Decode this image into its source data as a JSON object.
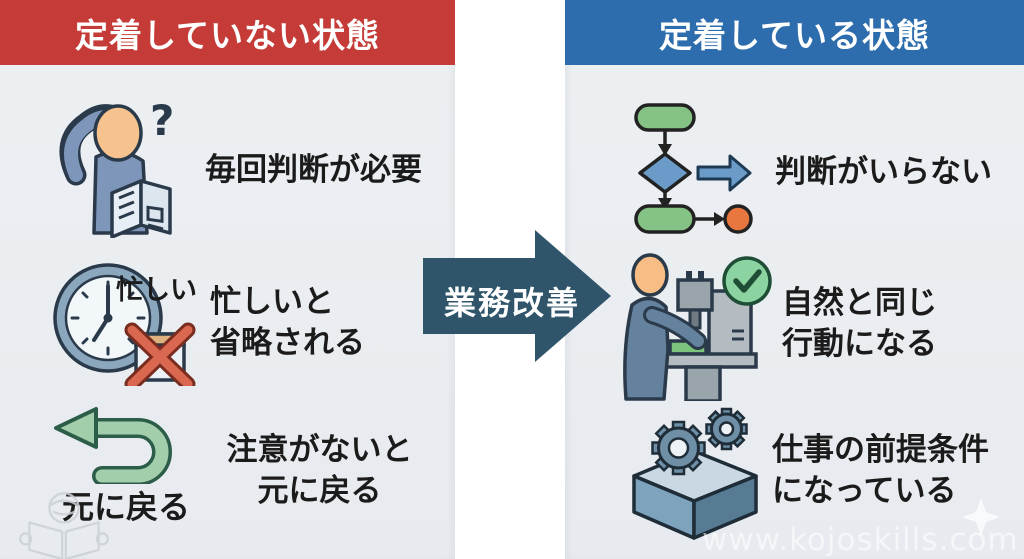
{
  "left_panel": {
    "header": "定着していない状態",
    "header_color": "#c43b37",
    "items": [
      {
        "icon": "confused-person-icon",
        "text": "毎回判断が必要"
      },
      {
        "icon": "clock-crossed-icon",
        "icon_label": "忙しい",
        "line1": "忙しいと",
        "line2": "省略される"
      },
      {
        "icon": "uturn-arrow-icon",
        "icon_label": "元に戻る",
        "line1": "注意がないと",
        "line2": "元に戻る"
      }
    ]
  },
  "center": {
    "arrow_label": "業務改善",
    "arrow_color": "#30546a"
  },
  "right_panel": {
    "header": "定着している状態",
    "header_color": "#2d6dad",
    "items": [
      {
        "icon": "flowchart-icon",
        "text": "判断がいらない"
      },
      {
        "icon": "worker-machine-icon",
        "line1": "自然と同じ",
        "line2": "行動になる"
      },
      {
        "icon": "gears-platform-icon",
        "line1": "仕事の前提条件",
        "line2": "になっている"
      }
    ]
  },
  "watermark": {
    "text": "www.kojoskills.com"
  },
  "colors": {
    "panel_bg": "#e9edf1",
    "text": "#1b1b1b",
    "green": "#85c285",
    "steel_blue": "#6b9cc9",
    "orange": "#e8763f",
    "red_x": "#da6850"
  }
}
